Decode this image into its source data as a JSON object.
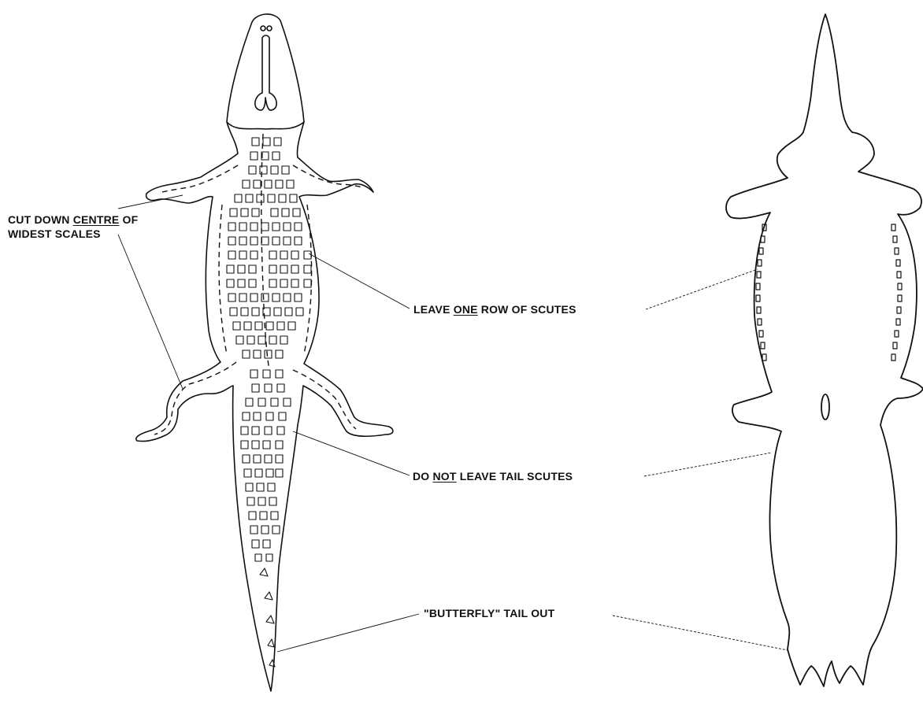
{
  "labels": {
    "cut_down": {
      "line1_pre": "CUT DOWN",
      "line1_emph": "CENTRE",
      "line1_post": "OF",
      "line2": "WIDEST SCALES"
    },
    "leave_row": {
      "pre": "LEAVE",
      "emph": "ONE",
      "post": "ROW OF SCUTES"
    },
    "tail_scutes": {
      "pre": "DO",
      "emph": "NOT",
      "post": "LEAVE TAIL SCUTES"
    },
    "butterfly": {
      "text": "\"BUTTERFLY\" TAIL OUT"
    }
  },
  "colors": {
    "ink": "#111111",
    "paper": "#ffffff"
  }
}
